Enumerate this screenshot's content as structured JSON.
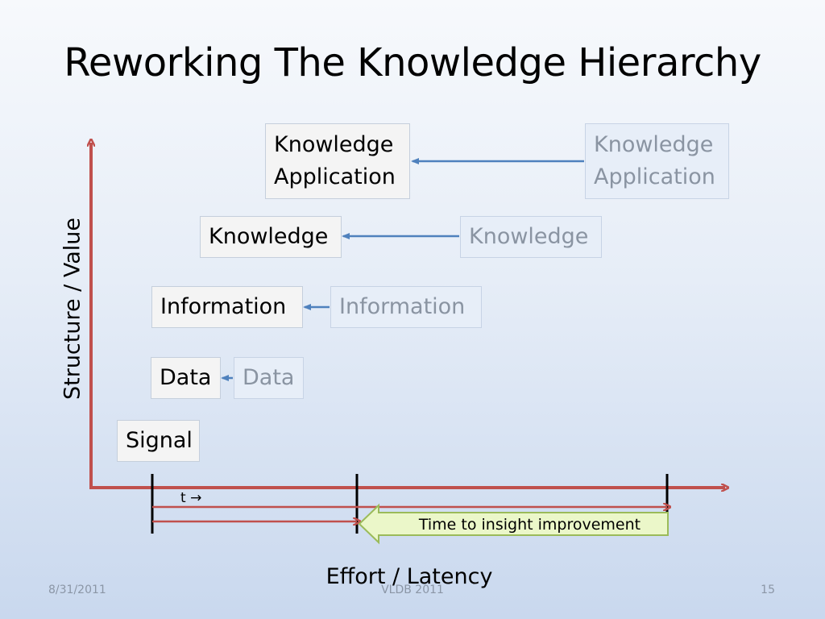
{
  "title": "Reworking The Knowledge Hierarchy",
  "axes": {
    "y_label": "Structure / Value",
    "x_label": "Effort / Latency"
  },
  "levels": {
    "knowledge_application": {
      "current": "Knowledge Application",
      "ghost": "Knowledge Application"
    },
    "knowledge": {
      "current": "Knowledge",
      "ghost": "Knowledge"
    },
    "information": {
      "current": "Information",
      "ghost": "Information"
    },
    "data": {
      "current": "Data",
      "ghost": "Data"
    },
    "signal": {
      "current": "Signal"
    }
  },
  "timeline": {
    "t_label": "t →",
    "improvement_label": "Time to insight improvement"
  },
  "footer": {
    "date": "8/31/2011",
    "conference": "VLDB 2011",
    "page": "15"
  },
  "colors": {
    "axis": "#c0504d",
    "arrow": "#4f81bd",
    "callout_fill": "#ebf7c9",
    "callout_border": "#9bbb59"
  }
}
